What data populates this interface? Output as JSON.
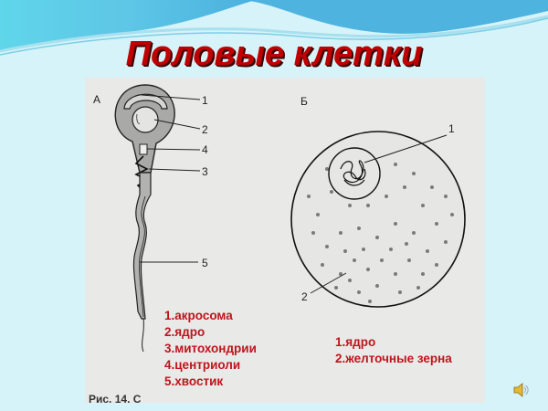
{
  "slide": {
    "title": "Половые клетки",
    "colors": {
      "background": "#d6f3f9",
      "title": "#c00000",
      "legend_text": "#c0141c",
      "figure_bg": "#e9e9e7"
    }
  },
  "figure": {
    "panel_a": {
      "letter": "А",
      "callouts": [
        "1",
        "2",
        "4",
        "3",
        "5"
      ],
      "legend": [
        "1.акросома",
        "2.ядро",
        "3.митохондрии",
        "4.центриоли",
        "5.хвостик"
      ]
    },
    "panel_b": {
      "letter": "Б",
      "callouts": [
        "1",
        "2"
      ],
      "legend": [
        "1.ядро",
        "2.желточные зерна"
      ]
    },
    "caption_fragment": "Рис. 14. С"
  },
  "controls": {
    "sound_icon": "speaker-icon"
  }
}
